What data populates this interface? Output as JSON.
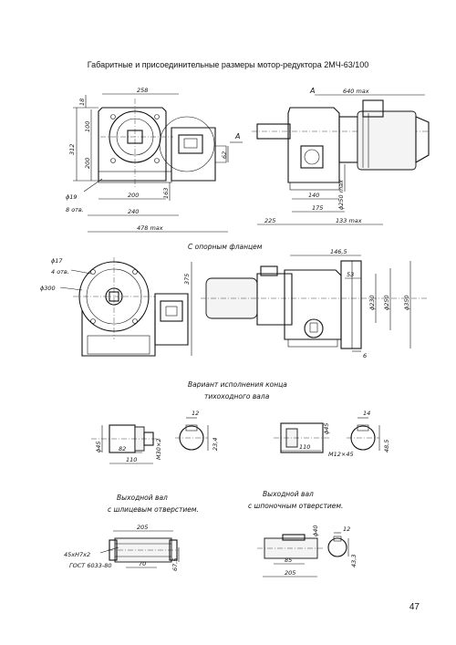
{
  "title": "Габаритные и присоединительные размеры мотор-редуктора 2МЧ-63/100",
  "page_number": "47",
  "captions": {
    "flange": "С опорным фланцем",
    "variant": "Вариант исполнения конца",
    "variant2": "тихоходного вала",
    "spline1": "Выходной вал",
    "spline2": "с шлицевым отверстием.",
    "key1": "Выходной вал",
    "key2": "с шпоночным отверстием."
  },
  "view_markers": {
    "a_top": "А",
    "a_side": "А"
  },
  "dims_top_left": {
    "d258": "258",
    "d18": "18",
    "d100": "100",
    "d312": "312",
    "d200v": "200",
    "d62": "62",
    "d163": "163",
    "d200": "200",
    "d240": "240",
    "d478": "478 max",
    "d19": "ϕ19",
    "holes8": "8 отв."
  },
  "dims_top_right": {
    "d640": "640 max",
    "d250": "ϕ250 max",
    "d140": "140",
    "d175": "175",
    "d225": "225",
    "d133": "133 max"
  },
  "dims_flange_left": {
    "d17": "ϕ17",
    "holes4": "4 отв.",
    "d300": "ϕ300",
    "d375": "375"
  },
  "dims_flange_right": {
    "d1465": "146,5",
    "d53": "53",
    "d230": "ϕ230",
    "d250": "ϕ250",
    "d350": "ϕ350",
    "d6": "6"
  },
  "dims_variant_left": {
    "d45": "ϕ45",
    "d82": "82",
    "d110": "110",
    "m30": "М30×2",
    "d12": "12",
    "d23": "23,4"
  },
  "dims_variant_right": {
    "d45": "ϕ45",
    "d14": "14",
    "d110": "110",
    "m12": "М12×45",
    "d485": "48,5"
  },
  "dims_spline": {
    "d205": "205",
    "d70": "70",
    "d675": "67,5",
    "spec1": "45хН7х2",
    "spec2": "ГОСТ 6033-80"
  },
  "dims_key": {
    "d40": "ϕ40",
    "d12": "12",
    "d85": "85",
    "d205": "205",
    "d433": "43,3"
  }
}
